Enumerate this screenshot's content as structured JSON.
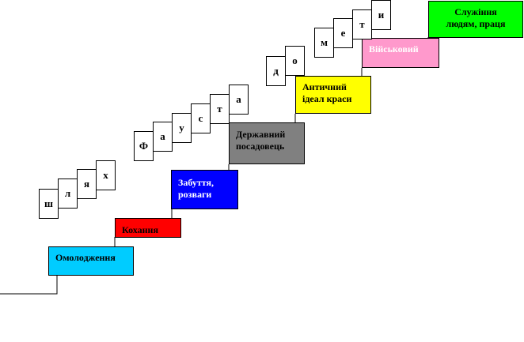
{
  "stages": [
    {
      "id": "omolodzhennia",
      "label": "Омолодження",
      "color": "#00ccff"
    },
    {
      "id": "kokhannia",
      "label": "Кохання",
      "color": "#ff0000"
    },
    {
      "id": "zabuttia",
      "label": "Забуття,\nрозваги",
      "color": "#0000ff",
      "text_color": "#ffffff"
    },
    {
      "id": "derzhavnyi",
      "label": "Державний\nпосадовець",
      "color": "#808080"
    },
    {
      "id": "antychnyi",
      "label": "Античний\nідеал краси",
      "color": "#ffff00"
    },
    {
      "id": "viiskovyi",
      "label": "Військовий",
      "color": "#ff99cc",
      "text_color": "#ffffff"
    },
    {
      "id": "sluzhinnia",
      "label": "Служіння\nлюдям,  праця",
      "color": "#00ff00"
    }
  ],
  "word_shliakh": [
    "ш",
    "л",
    "я",
    "х"
  ],
  "word_faust": [
    "Ф",
    "а",
    "у",
    "с",
    "т",
    "а"
  ],
  "word_dometi": [
    "д",
    "о",
    "м",
    "е",
    "т",
    "и"
  ]
}
